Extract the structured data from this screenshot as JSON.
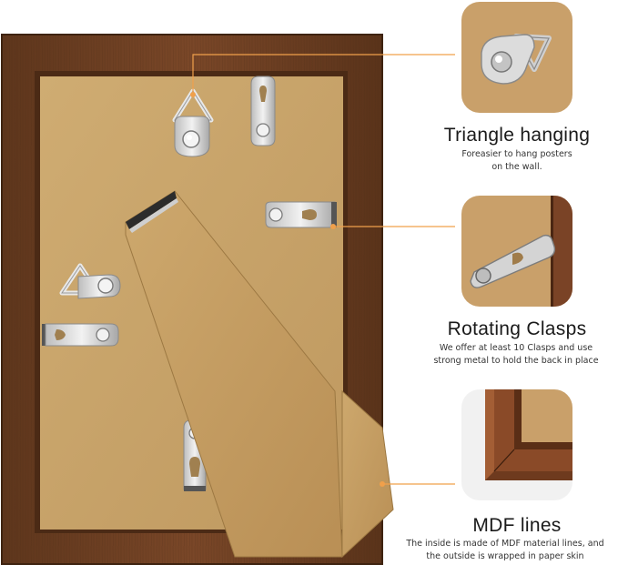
{
  "features": [
    {
      "title": "Triangle hanging",
      "description_lines": [
        "Foreasier to hang posters",
        "on the wall."
      ],
      "icon": "triangle-hanger-icon"
    },
    {
      "title": "Rotating Clasps",
      "description_lines": [
        "We offer at least 10 Clasps and use",
        "strong metal to hold the back in place"
      ],
      "icon": "rotating-clasp-icon"
    },
    {
      "title": "MDF lines",
      "description_lines": [
        "The inside is made of MDF material lines, and",
        "the outside is wrapped in paper skin"
      ],
      "icon": "frame-corner-icon"
    }
  ],
  "colors": {
    "frame_wood": "#6b3f22",
    "frame_wood_light": "#8a5532",
    "backboard": "#c9a56c",
    "callout_line": "#f0a04b",
    "metal": "#d9d9d9"
  }
}
